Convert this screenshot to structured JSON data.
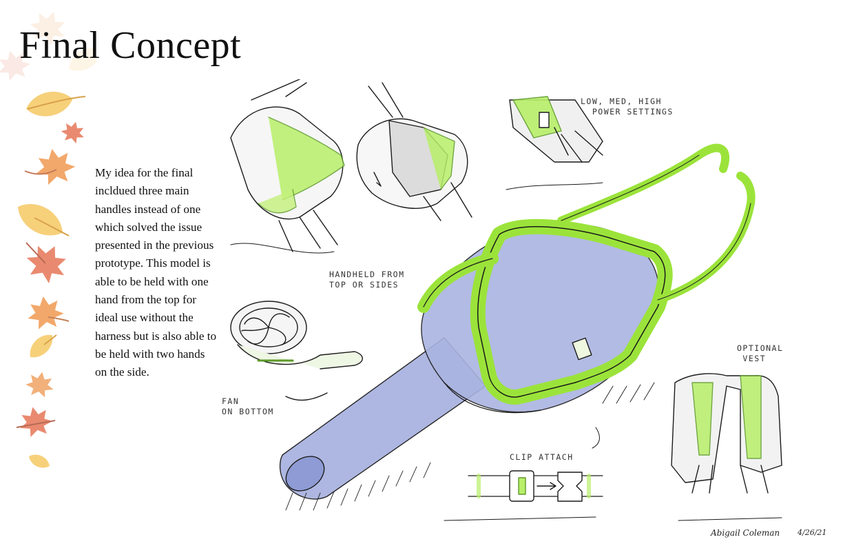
{
  "title": "Final Concept",
  "description": "My idea for the final incldued three main handles instead of one which solved the issue presented in the previous prototype. This model is able to be held with one hand from the top for ideal use without the harness but is also able to be held with two hands on the side.",
  "sketch_labels": {
    "power": "LOW, MED, HIGH\n  POWER SETTINGS",
    "handheld": "HANDHELD FROM\nTOP OR SIDES",
    "fan": "FAN\nON BOTTOM",
    "vest": "OPTIONAL\n VEST",
    "clip": "CLIP ATTACH"
  },
  "signature": {
    "name": "Abigail Coleman",
    "date": "4/26/21"
  },
  "colors": {
    "accent_green": "#9be33a",
    "body_blue": "#aab4e0",
    "leaf_yellow": "#f7d07a",
    "leaf_orange": "#f2a86a",
    "leaf_red": "#e98a70"
  }
}
